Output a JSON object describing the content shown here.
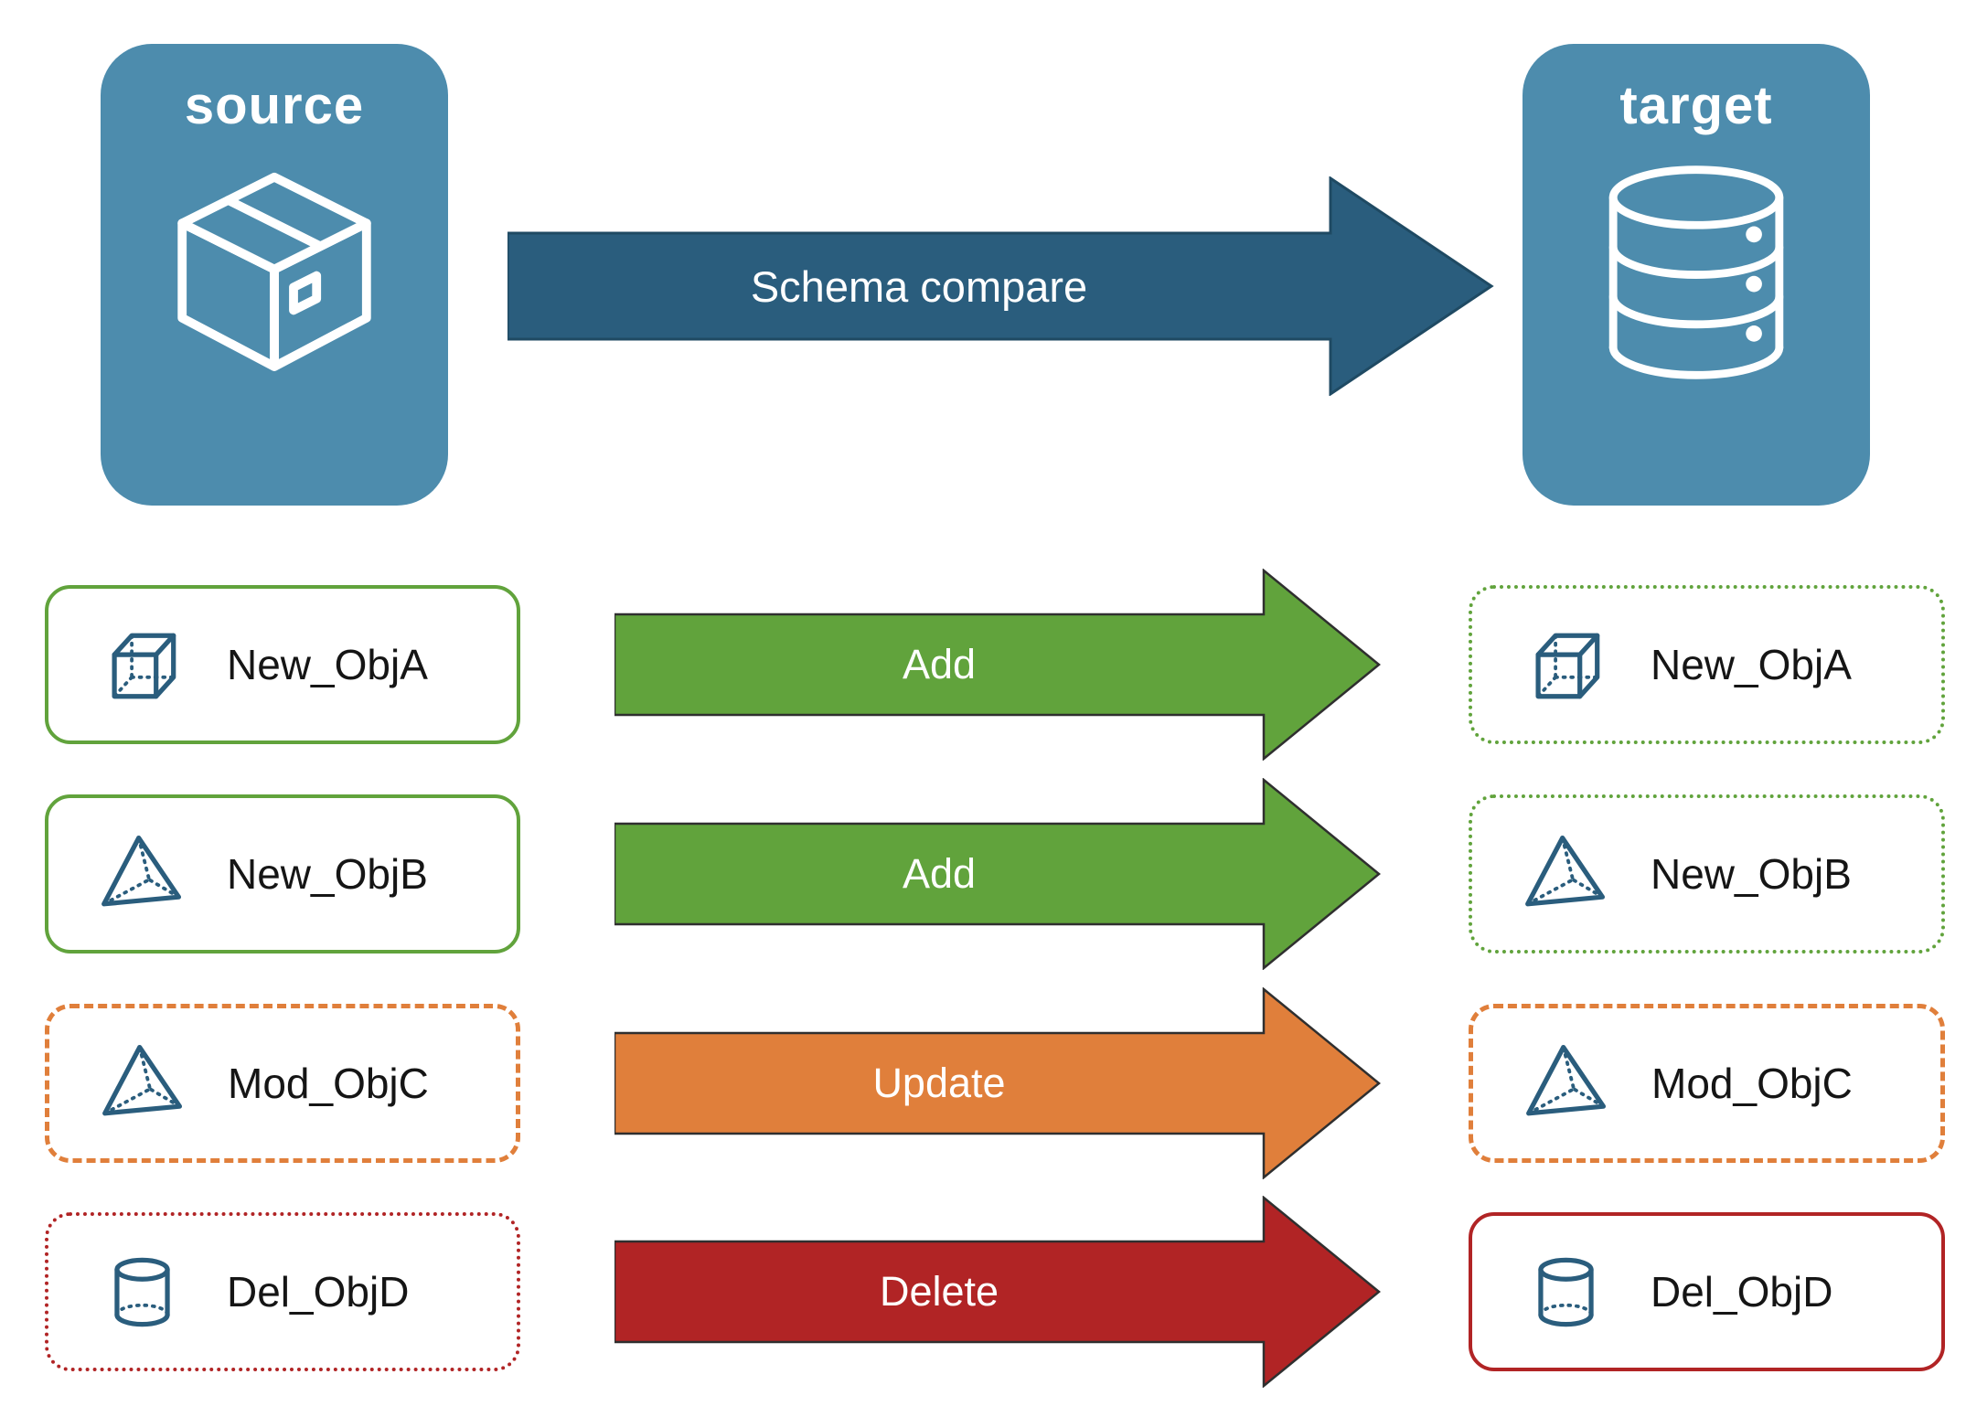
{
  "colors": {
    "card_bg": "#4d8cad",
    "compare": "#2a5d7d",
    "add": "#61a33c",
    "update": "#e07f3b",
    "delete": "#b12425",
    "icon_stroke": "#2a5d7d",
    "text": "#151515"
  },
  "header": {
    "source_label": "source",
    "target_label": "target",
    "compare_label": "Schema compare",
    "source_icon": "package-box-icon",
    "target_icon": "database-icon"
  },
  "rows": [
    {
      "object": "New_ObjA",
      "action": "Add",
      "icon": "cube-icon",
      "status": "new"
    },
    {
      "object": "New_ObjB",
      "action": "Add",
      "icon": "pyramid-icon",
      "status": "new"
    },
    {
      "object": "Mod_ObjC",
      "action": "Update",
      "icon": "pyramid-icon",
      "status": "modified"
    },
    {
      "object": "Del_ObjD",
      "action": "Delete",
      "icon": "cylinder-icon",
      "status": "deleted"
    }
  ]
}
